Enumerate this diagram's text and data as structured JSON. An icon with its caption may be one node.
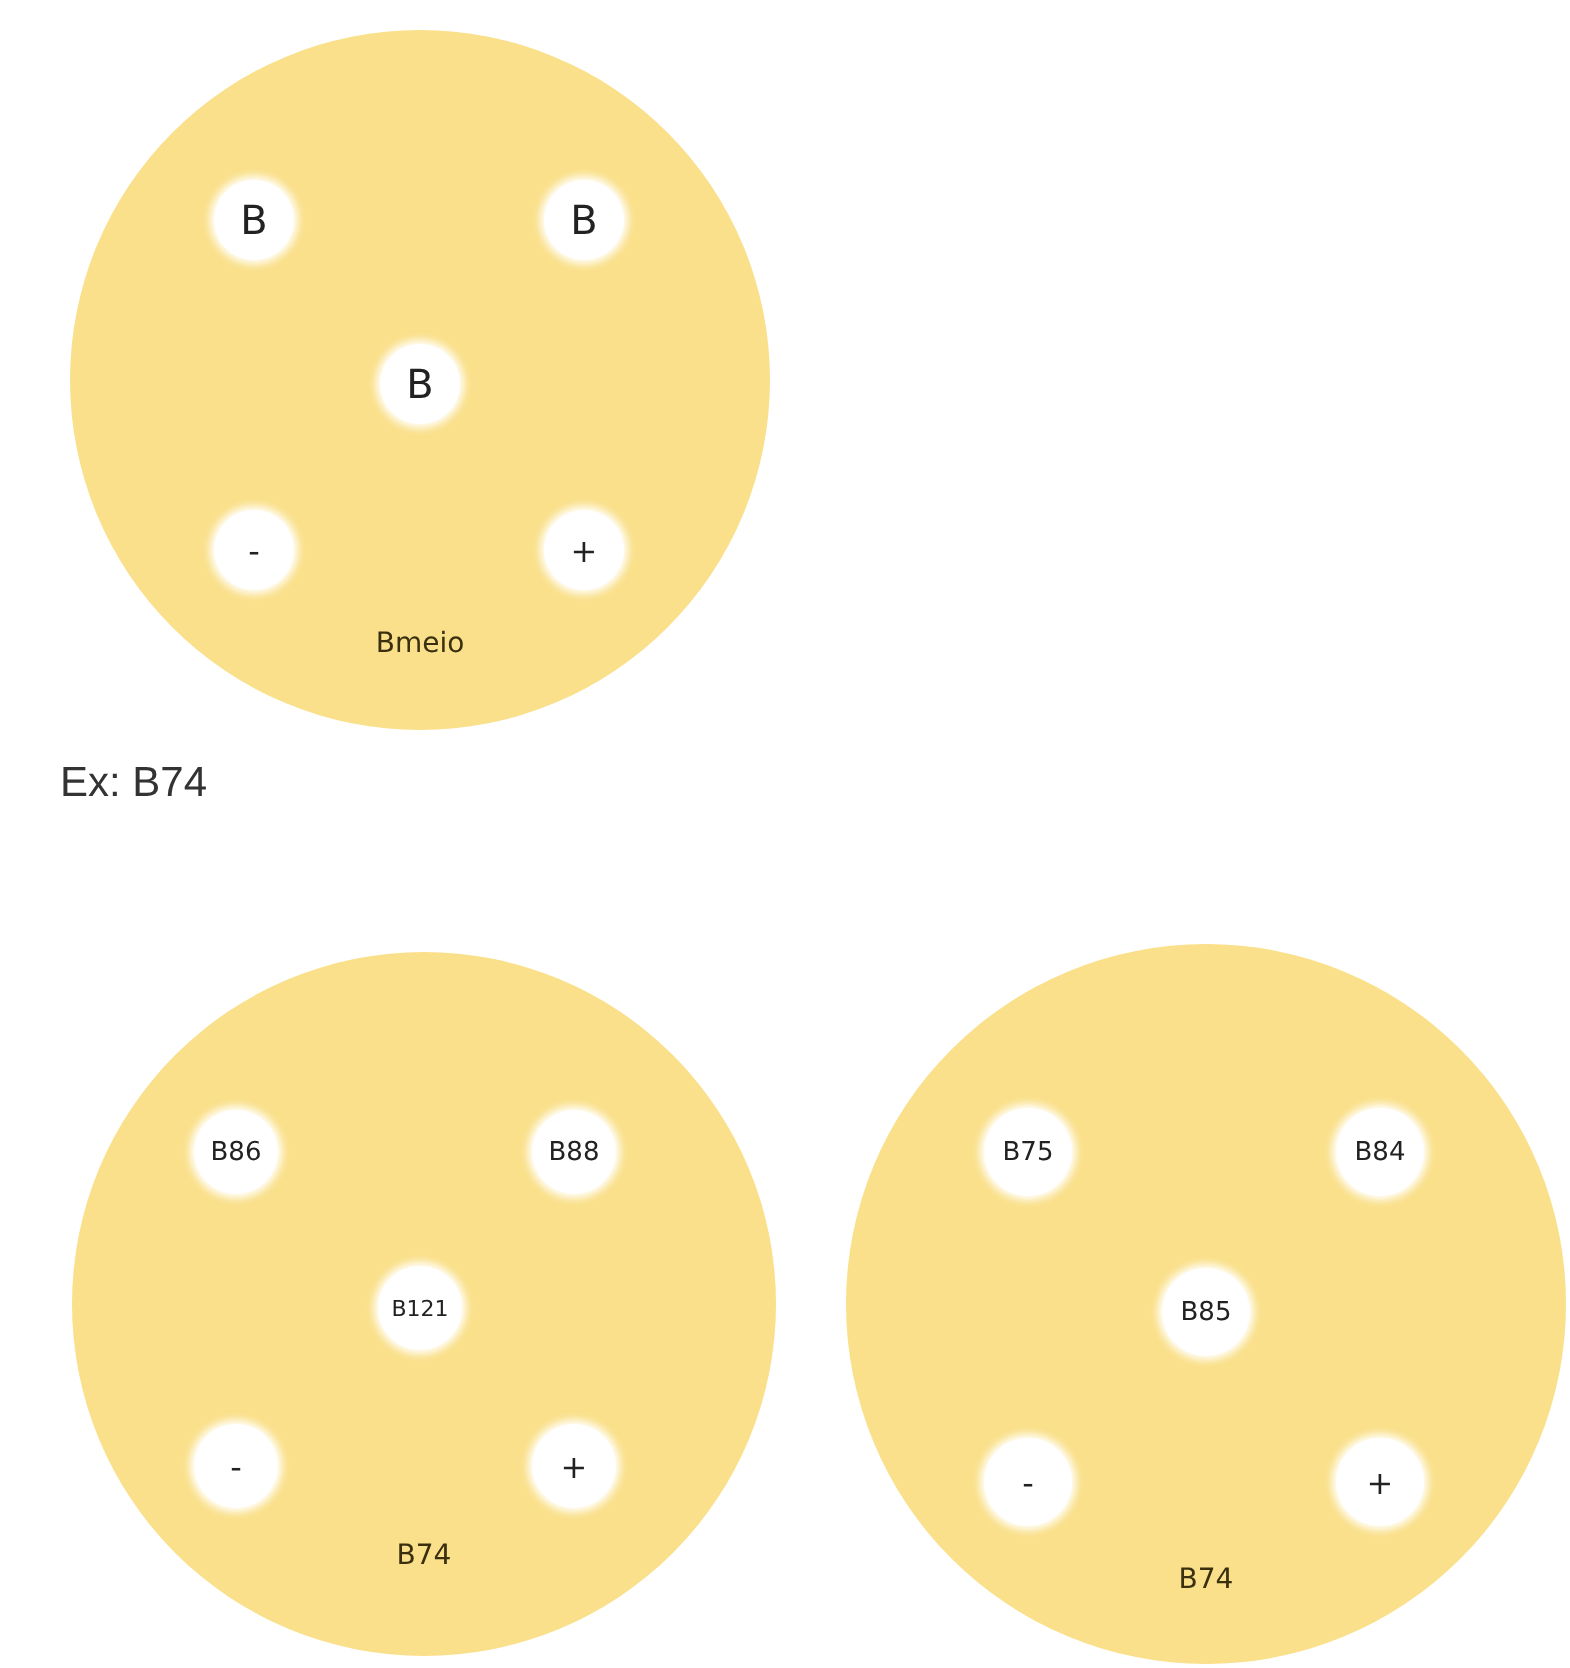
{
  "diagram": {
    "nodes": [
      {
        "text": [
          "Bmeio"
        ]
      },
      {
        "text": [
          "B"
        ],
        "in": 0
      },
      {
        "text": [
          "B"
        ],
        "in": 0
      },
      {
        "text": [
          "B"
        ],
        "in": 0
      },
      {
        "text": [
          "-"
        ],
        "in": 0
      },
      {
        "text": [
          "+"
        ],
        "in": 0
      },
      {
        "text": [
          "B74"
        ]
      },
      {
        "text": [
          "B86"
        ],
        "in": 6
      },
      {
        "text": [
          "B88"
        ],
        "in": 6
      },
      {
        "text": [
          "B121"
        ],
        "in": 6
      },
      {
        "text": [
          "-"
        ],
        "in": 6
      },
      {
        "text": [
          "+"
        ],
        "in": 6
      },
      {
        "text": [
          "B74"
        ]
      },
      {
        "text": [
          "B75"
        ],
        "in": 12
      },
      {
        "text": [
          "B84"
        ],
        "in": 12
      },
      {
        "text": [
          "B85"
        ],
        "in": 12
      },
      {
        "text": [
          "-"
        ],
        "in": 12
      },
      {
        "text": [
          "+"
        ],
        "in": 12
      }
    ],
    "labels": [
      "Ex: B74"
    ]
  }
}
